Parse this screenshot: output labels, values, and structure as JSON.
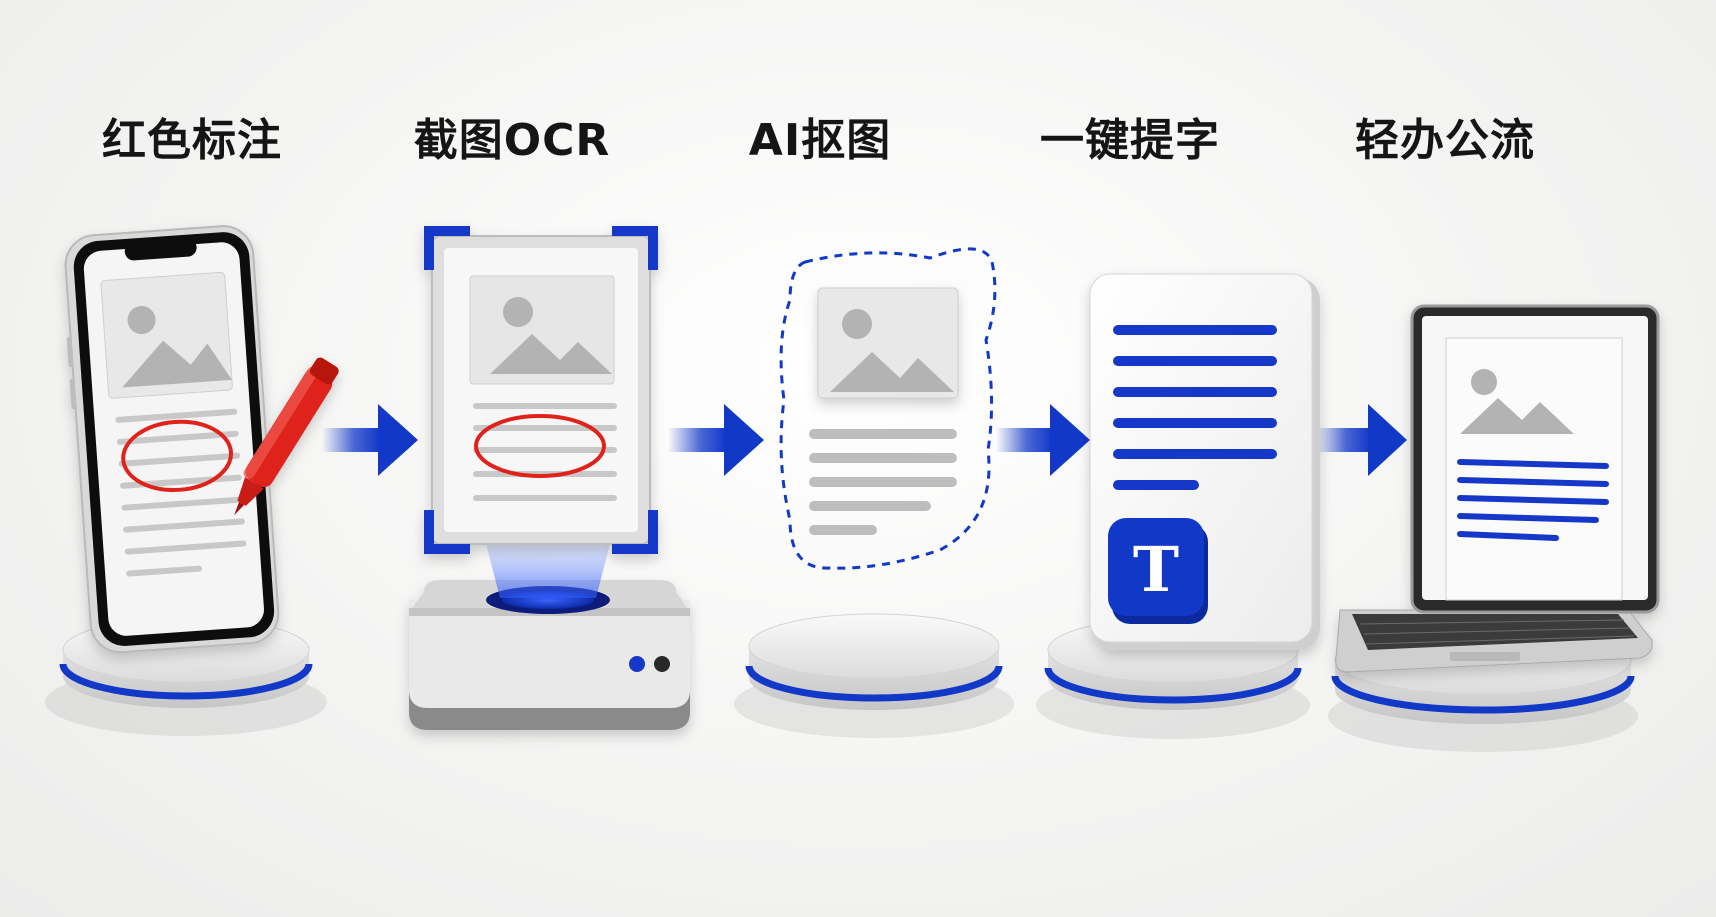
{
  "steps": [
    {
      "title": "红色标注",
      "icon": "phone-with-red-marker-icon"
    },
    {
      "title": "截图OCR",
      "icon": "screenshot-scanner-icon"
    },
    {
      "title": "AI抠图",
      "icon": "ai-cutout-document-icon"
    },
    {
      "title": "一键提字",
      "icon": "text-extract-document-icon",
      "badge": "T"
    },
    {
      "title": "轻办公流",
      "icon": "laptop-workflow-icon"
    }
  ],
  "colors": {
    "accent_blue": "#1238c8",
    "marker_red": "#e0241b",
    "pedestal": "#e6e6e6",
    "text": "#151515"
  }
}
